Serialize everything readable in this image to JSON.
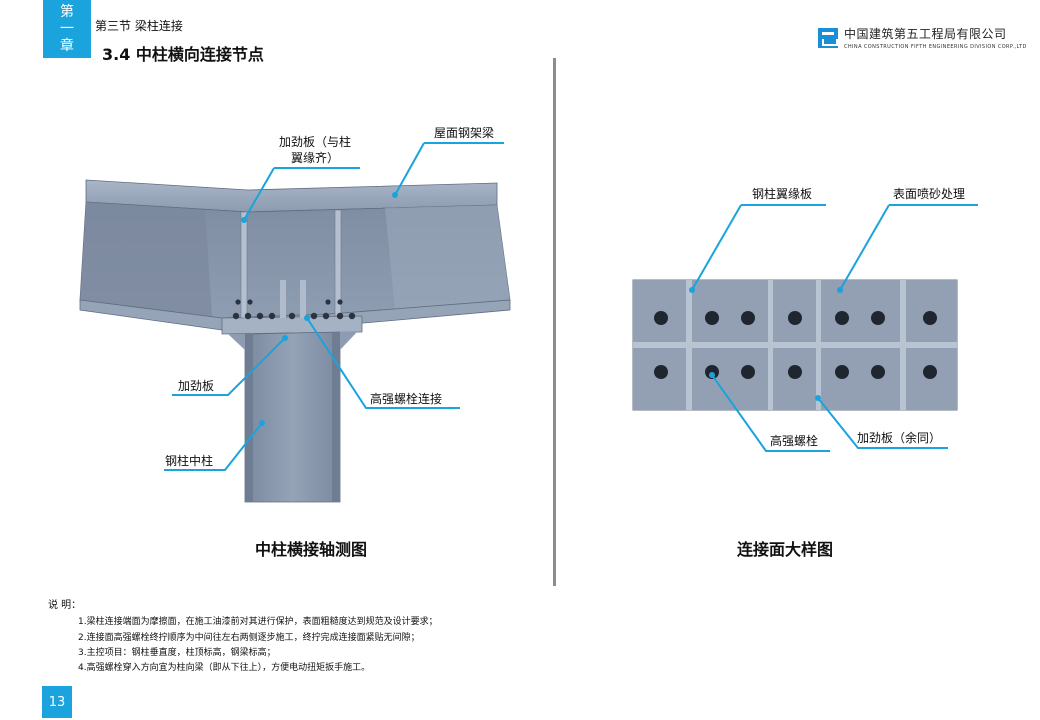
{
  "header": {
    "chapter_tab": [
      "第",
      "一",
      "章"
    ],
    "section": "第三节  梁柱连接",
    "heading": "3.4  中柱横向连接节点"
  },
  "logo": {
    "name_cn": "中国建筑第五工程局有限公司",
    "name_en": "CHINA CONSTRUCTION FIFTH ENGINEERING DIVISION CORP.,LTD",
    "colors": {
      "mark": "#1a8ed6"
    }
  },
  "left_figure": {
    "callouts": {
      "stiffener_flush_line1": "加劲板（与柱",
      "stiffener_flush_line2": "翼缘齐）",
      "roof_beam": "屋面钢架梁",
      "stiffener": "加劲板",
      "hs_bolt_connection": "高强螺栓连接",
      "steel_column": "钢柱中柱"
    },
    "caption": "中柱横接轴测图"
  },
  "right_figure": {
    "callouts": {
      "column_flange_plate": "钢柱翼缘板",
      "sandblast_surface": "表面喷砂处理",
      "hs_bolt": "高强螺栓",
      "stiffener_same": "加劲板（余同）"
    },
    "caption": "连接面大样图"
  },
  "notes": {
    "title": "说  明：",
    "items": [
      "1.梁柱连接端面为摩擦面，在施工油漆前对其进行保护，表面粗糙度达到规范及设计要求；",
      "2.连接面高强螺栓终拧顺序为中间往左右两侧逐步施工，终拧完成连接面紧贴无间隙；",
      "3.主控项目：钢柱垂直度，柱顶标高，钢梁标高；",
      "4.高强螺栓穿入方向宜为柱向梁（即从下往上），方便电动扭矩扳手施工。"
    ]
  },
  "page_number": "13",
  "colors": {
    "accent": "#1aa3dd",
    "steel": "#8796ac",
    "steel_dark": "#66758c",
    "leader": "#1aa3dd"
  }
}
